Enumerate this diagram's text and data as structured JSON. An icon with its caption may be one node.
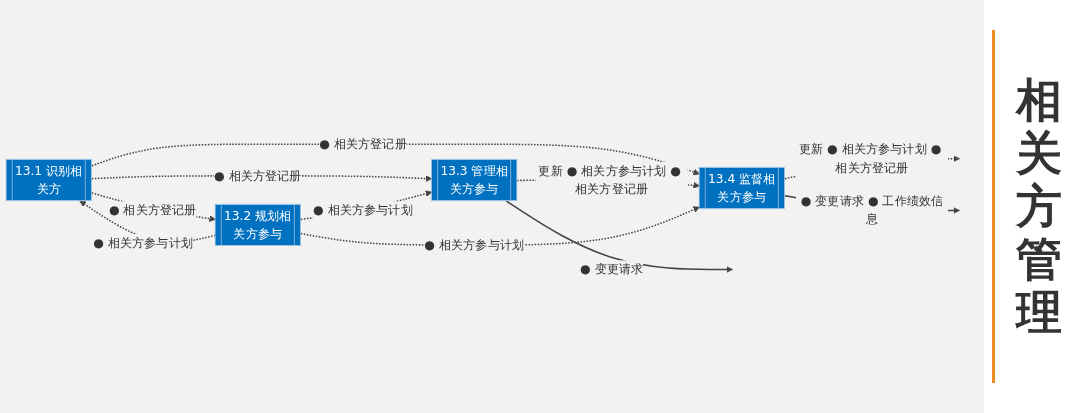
{
  "diagram": {
    "title": "相关方管理",
    "nodes": [
      {
        "text": [
          "13.1 识别相关方"
        ]
      },
      {
        "text": [
          "13.2 规划相关方参与"
        ]
      },
      {
        "text": [
          "13.3 管理相关方参与"
        ]
      },
      {
        "text": [
          "13.4 监督相关方参与"
        ]
      }
    ],
    "edges": [
      {
        "from": 1,
        "to": 0,
        "arrow": "to",
        "style": "dashed",
        "label": "● 相关方参与计划"
      },
      {
        "from": 0,
        "to": 1,
        "arrow": "to",
        "style": "dashed",
        "label": "● 相关方登记册"
      },
      {
        "from": 0,
        "to": 2,
        "arrow": "to",
        "style": "dashed",
        "label": "● 相关方登记册"
      },
      {
        "from": 0,
        "to": 3,
        "arrow": "to",
        "style": "dashed",
        "label": "● 相关方登记册"
      },
      {
        "from": 1,
        "to": 2,
        "arrow": "to",
        "style": "dashed",
        "label": "● 相关方参与计划"
      },
      {
        "from": 2,
        "to": 3,
        "arrow": "to",
        "style": "dashed",
        "label": "更新 ● 相关方参与计划 ● 相关方登记册"
      },
      {
        "from": 1,
        "to": 3,
        "arrow": "to",
        "style": "dashed",
        "label": "● 相关方参与计划"
      },
      {
        "from": 3,
        "to": null,
        "arrow": "to",
        "style": "dashed",
        "label": "更新 ● 相关方参与计划 ● 相关方登记册"
      },
      {
        "from": 2,
        "to": null,
        "arrow": "to",
        "label": "● 变更请求"
      },
      {
        "from": 3,
        "to": null,
        "arrow": "to",
        "label": "● 变更请求 ● 工作绩效信息"
      }
    ]
  }
}
